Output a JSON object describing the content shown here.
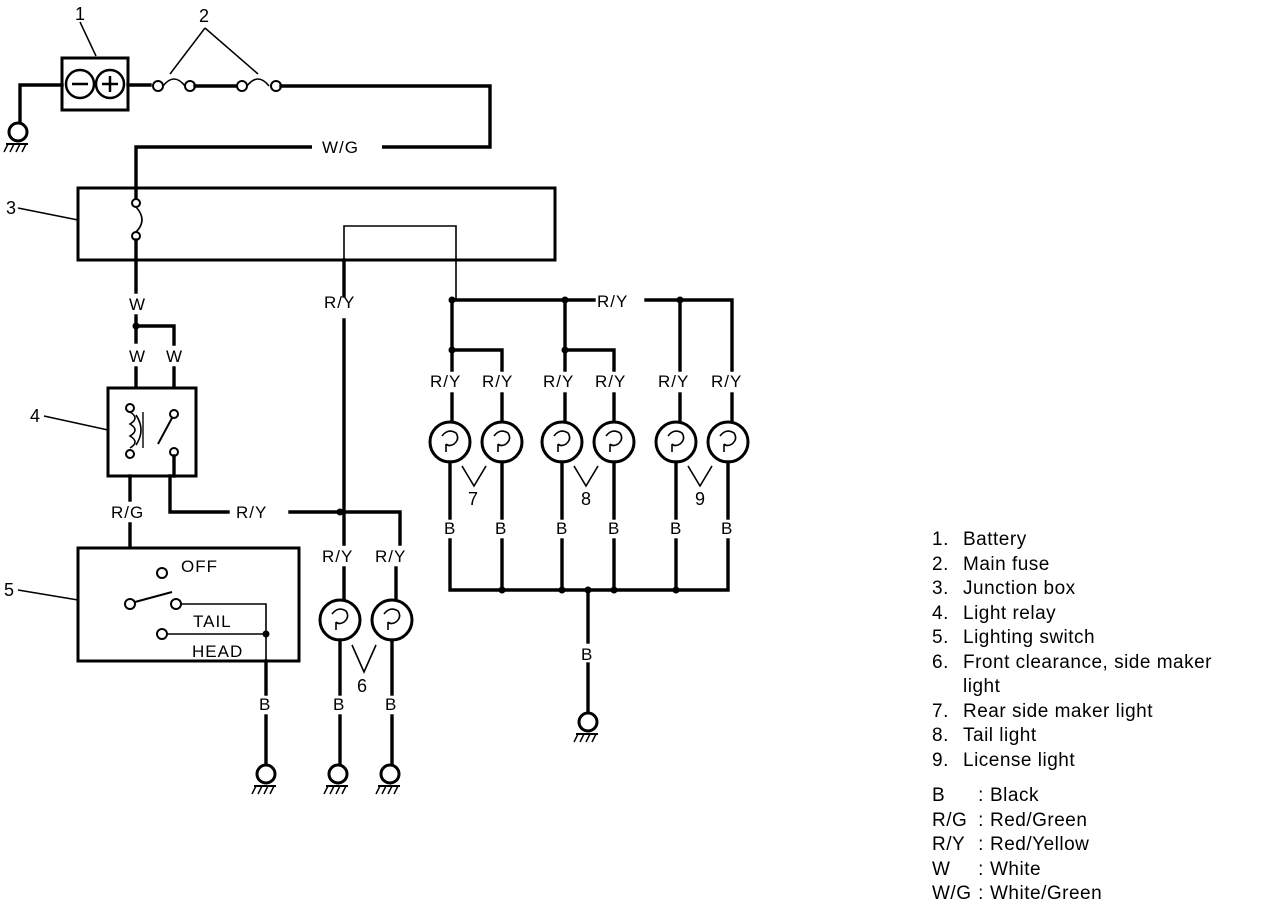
{
  "components": {
    "n1": "1",
    "n2": "2",
    "n3": "3",
    "n4": "4",
    "n5": "5",
    "n6": "6",
    "n7": "7",
    "n8": "8",
    "n9": "9"
  },
  "switch_positions": {
    "off": "OFF",
    "tail": "TAIL",
    "head": "HEAD"
  },
  "wire_labels": {
    "wg": "W/G",
    "w": "W",
    "ry": "R/Y",
    "rg": "R/G",
    "b": "B"
  },
  "legend": [
    {
      "num": "1.",
      "text": "Battery"
    },
    {
      "num": "2.",
      "text": "Main fuse"
    },
    {
      "num": "3.",
      "text": "Junction box"
    },
    {
      "num": "4.",
      "text": "Light relay"
    },
    {
      "num": "5.",
      "text": "Lighting switch"
    },
    {
      "num": "6.",
      "text": "Front clearance, side maker",
      "cont": "light"
    },
    {
      "num": "7.",
      "text": "Rear side maker light"
    },
    {
      "num": "8.",
      "text": "Tail light"
    },
    {
      "num": "9.",
      "text": "License light"
    }
  ],
  "color_codes": [
    {
      "code": "B",
      "name": "Black"
    },
    {
      "code": "R/G",
      "name": "Red/Green"
    },
    {
      "code": "R/Y",
      "name": "Red/Yellow"
    },
    {
      "code": "W",
      "name": "White"
    },
    {
      "code": "W/G",
      "name": "White/Green"
    }
  ]
}
